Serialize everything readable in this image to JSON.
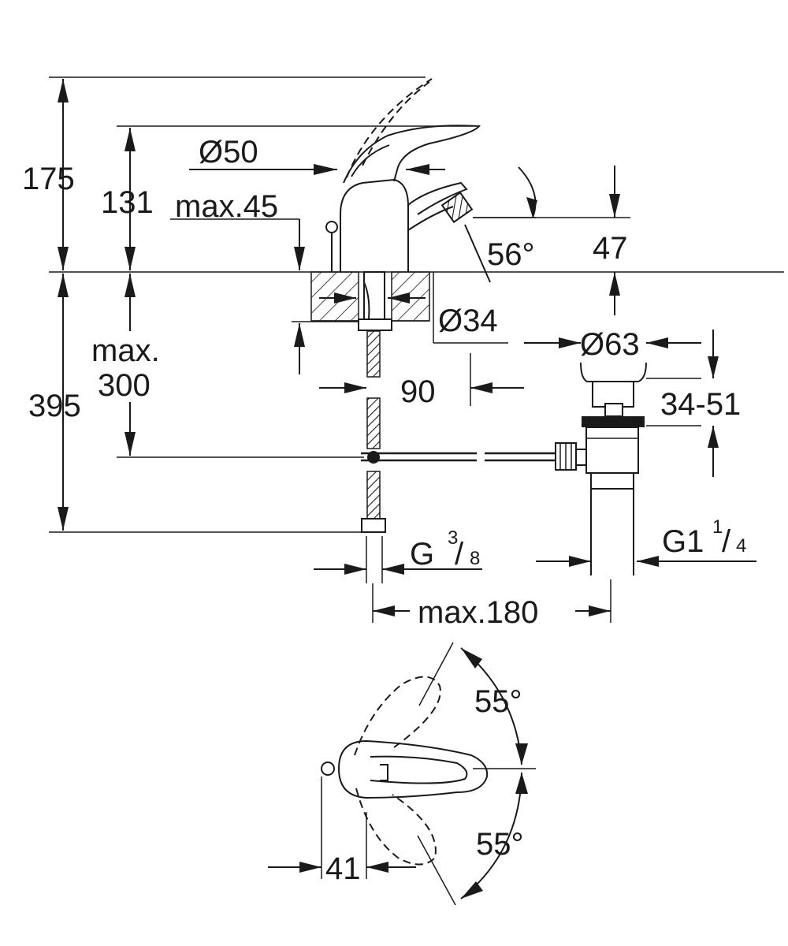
{
  "labels": {
    "h175": "175",
    "h131": "131",
    "d50": "Ø50",
    "max45": "max.45",
    "a56": "56°",
    "h47": "47",
    "d34": "Ø34",
    "d63": "Ø63",
    "max": "max.",
    "v300": "300",
    "h395": "395",
    "w90": "90",
    "r3451": "34-51",
    "g_main": "G",
    "g_num": "3",
    "g_slash": "/",
    "g_den": "8",
    "g1_main": "G1",
    "g1_num": "1",
    "g1_slash": "/",
    "g1_den": "4",
    "max180": "max.180",
    "a55_top": "55°",
    "a55_bottom": "55°",
    "w41": "41"
  }
}
